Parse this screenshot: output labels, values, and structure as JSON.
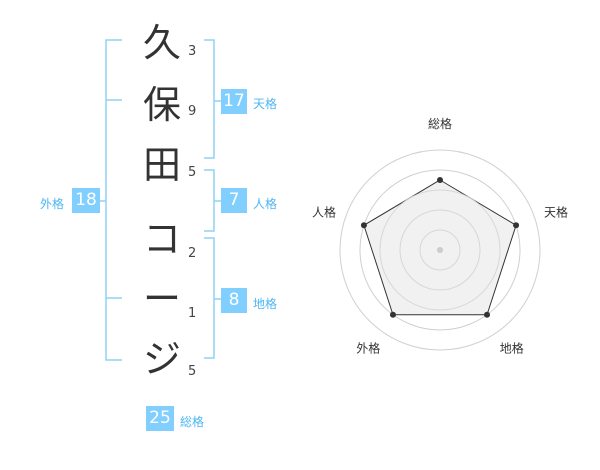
{
  "name_chars": [
    "久",
    "保",
    "田",
    "コ",
    "ー",
    "ジ"
  ],
  "stroke_counts": [
    "3",
    "9",
    "5",
    "2",
    "1",
    "5"
  ],
  "fortune": {
    "tenkaku": {
      "value": "17",
      "label": "天格"
    },
    "jinkaku": {
      "value": "7",
      "label": "人格"
    },
    "chikaku": {
      "value": "8",
      "label": "地格"
    },
    "gaikaku": {
      "value": "18",
      "label": "外格"
    },
    "soukaku": {
      "value": "25",
      "label": "総格"
    }
  },
  "radar": {
    "axes": [
      "総格",
      "天格",
      "地格",
      "外格",
      "人格"
    ],
    "levels": 5,
    "values": [
      0.7,
      0.8,
      0.8,
      0.8,
      0.8
    ]
  },
  "colors": {
    "accent": "#80cfff",
    "label": "#4db6f3",
    "bracket": "#8fd0f5",
    "radar_fill": "#efefef",
    "radar_stroke": "#333333"
  }
}
